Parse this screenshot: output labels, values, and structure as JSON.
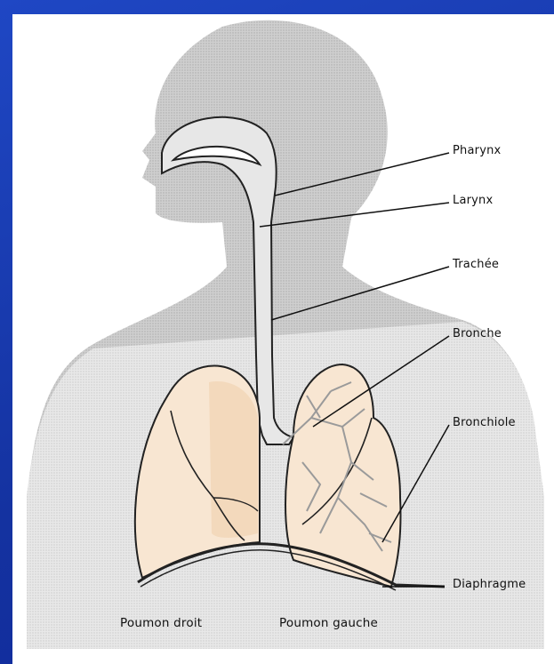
{
  "colors": {
    "background": "#1a3aa8",
    "panel": "#ffffff",
    "body_silhouette": "#c9c9c9",
    "airway": "#e6e6e6",
    "lung_fill": "#f8e6d2",
    "lung_shade": "#f1d6b6",
    "outline": "#222222"
  },
  "labels": {
    "pharynx": "Pharynx",
    "larynx": "Larynx",
    "trachea": "Trachée",
    "bronchus": "Bronche",
    "bronchiole": "Bronchiole",
    "diaphragm": "Diaphragme",
    "right_lung": "Poumon droit",
    "left_lung": "Poumon gauche"
  }
}
